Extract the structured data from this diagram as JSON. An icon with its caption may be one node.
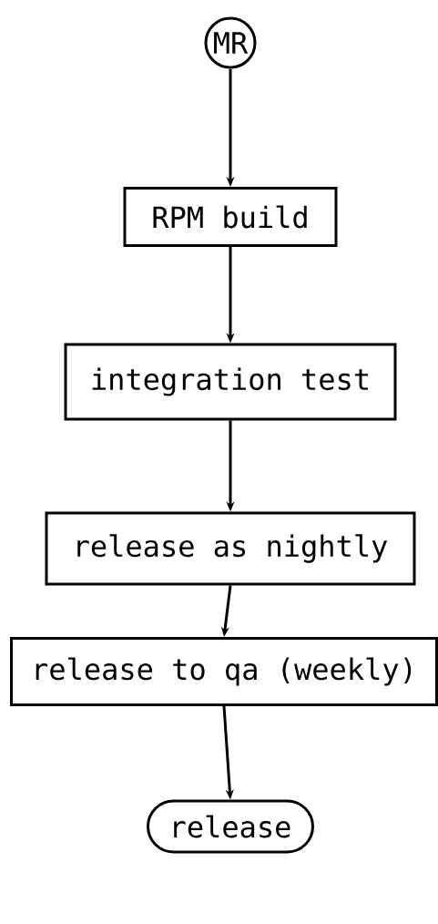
{
  "diagram": {
    "nodes": [
      {
        "text": [
          "MR"
        ]
      },
      {
        "text": [
          "RPM build"
        ]
      },
      {
        "text": [
          "integration test"
        ]
      },
      {
        "text": [
          "release as nightly"
        ]
      },
      {
        "text": [
          "release to qa (weekly)"
        ]
      },
      {
        "text": [
          "release"
        ]
      }
    ],
    "edges": [
      {
        "from": 0,
        "to": 1,
        "arrow": "to"
      },
      {
        "from": 1,
        "to": 2,
        "arrow": "to"
      },
      {
        "from": 2,
        "to": 3,
        "arrow": "to"
      },
      {
        "from": 3,
        "to": 4,
        "arrow": "to"
      },
      {
        "from": 4,
        "to": 5,
        "arrow": "to"
      }
    ]
  }
}
